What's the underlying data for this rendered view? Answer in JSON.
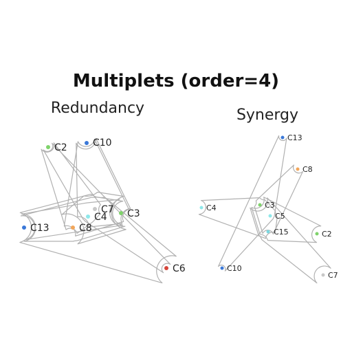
{
  "title": "Multiplets (order=4)",
  "panels": [
    {
      "subtitle": "Redundancy",
      "nodes": [
        {
          "id": "C2",
          "label": "C2",
          "color": "#7fd36b"
        },
        {
          "id": "C10",
          "label": "C10",
          "color": "#3a78d8"
        },
        {
          "id": "C7",
          "label": "C7",
          "color": "#c8c8c8"
        },
        {
          "id": "C4",
          "label": "C4",
          "color": "#8fe8ea"
        },
        {
          "id": "C3",
          "label": "C3",
          "color": "#7fd36b"
        },
        {
          "id": "C13",
          "label": "C13",
          "color": "#3a78d8"
        },
        {
          "id": "C8",
          "label": "C8",
          "color": "#f2a65a"
        },
        {
          "id": "C6",
          "label": "C6",
          "color": "#d6453a"
        }
      ],
      "multiplets": [
        [
          "C2",
          "C7",
          "C4",
          "C6"
        ],
        [
          "C2",
          "C8",
          "C7",
          "C4"
        ],
        [
          "C10",
          "C8",
          "C4",
          "C3"
        ],
        [
          "C10",
          "C7",
          "C4",
          "C3"
        ],
        [
          "C13",
          "C7",
          "C4",
          "C3"
        ],
        [
          "C13",
          "C8",
          "C4",
          "C3"
        ],
        [
          "C13",
          "C8",
          "C7",
          "C6"
        ],
        [
          "C8",
          "C7",
          "C4",
          "C3"
        ]
      ]
    },
    {
      "subtitle": "Synergy",
      "nodes": [
        {
          "id": "C13",
          "label": "C13",
          "color": "#3a78d8"
        },
        {
          "id": "C8",
          "label": "C8",
          "color": "#f2a65a"
        },
        {
          "id": "C4",
          "label": "C4",
          "color": "#8fe8ea"
        },
        {
          "id": "C3",
          "label": "C3",
          "color": "#7fd36b"
        },
        {
          "id": "C5",
          "label": "C5",
          "color": "#8fe8ea"
        },
        {
          "id": "C15",
          "label": "C15",
          "color": "#7ad8e0"
        },
        {
          "id": "C2",
          "label": "C2",
          "color": "#7fd36b"
        },
        {
          "id": "C10",
          "label": "C10",
          "color": "#3a78d8"
        },
        {
          "id": "C7",
          "label": "C7",
          "color": "#c8c8c8"
        }
      ],
      "multiplets": [
        [
          "C13",
          "C3",
          "C5",
          "C10"
        ],
        [
          "C8",
          "C3",
          "C5",
          "C15"
        ],
        [
          "C4",
          "C3",
          "C5",
          "C15"
        ],
        [
          "C3",
          "C5",
          "C15",
          "C2"
        ],
        [
          "C3",
          "C5",
          "C15",
          "C7"
        ]
      ]
    }
  ]
}
